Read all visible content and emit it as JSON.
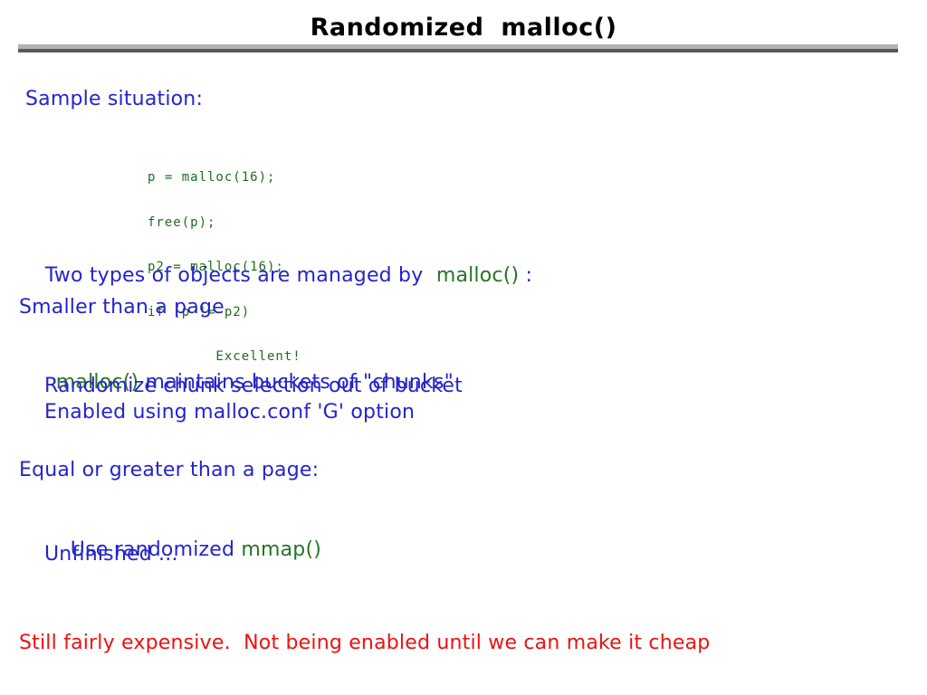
{
  "slide": {
    "title": "Randomized malloc()"
  },
  "colors": {
    "body_blue": "#2424cc",
    "keyword_green": "#257425",
    "code_green": "#1e6b1e",
    "warning_red": "#ee1111",
    "title_black": "#000000",
    "rule_light_gray": "#b2b2b2",
    "rule_dark_gray": "#595959"
  },
  "sample": {
    "label": "Sample situation:",
    "code_lines": [
      "p = malloc(16);",
      "free(p);",
      "p2 = malloc(16);",
      "if (p != p2)",
      "        Excellent!"
    ]
  },
  "body": {
    "two_types": {
      "pre": "Two types of objects are managed by  ",
      "keyword": "malloc()",
      "post": " :"
    },
    "smaller_heading": "Smaller than a page",
    "buckets": {
      "keyword": "malloc()",
      "post": " maintains buckets of \"chunks\""
    },
    "randomize_line": "Randomize chunk selection out of bucket",
    "enabled_line": "Enabled using malloc.conf 'G' option",
    "larger_heading": "Equal or greater than a page:",
    "mmap": {
      "pre": "Use randomized ",
      "keyword": "mmap()"
    },
    "unfinished_line": "Unfinished ..."
  },
  "footer": {
    "note": "Still fairly expensive.  Not being enabled until we can make it cheap"
  }
}
